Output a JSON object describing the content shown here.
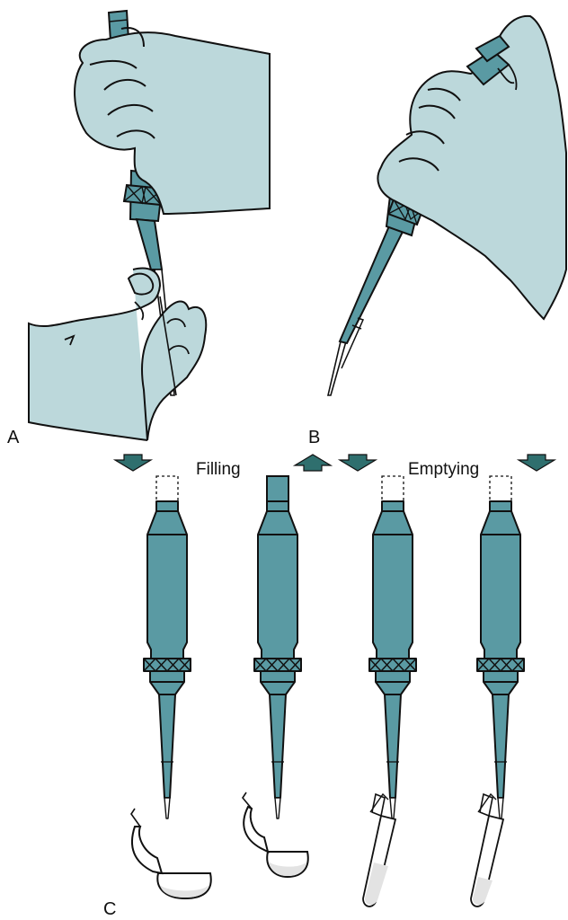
{
  "panels": {
    "a": {
      "label": "A"
    },
    "b": {
      "label": "B"
    },
    "c": {
      "label": "C"
    }
  },
  "steps": {
    "filling": "Filling",
    "emptying": "Emptying"
  },
  "colors": {
    "pipette": "#5a9aa3",
    "hand": "#bcd8db",
    "outline": "#111111",
    "arrow": "#2f6f6e",
    "liquid": "#e3e3e3"
  },
  "icons": {
    "press": "arrow-down-icon",
    "release": "arrow-up-icon"
  }
}
